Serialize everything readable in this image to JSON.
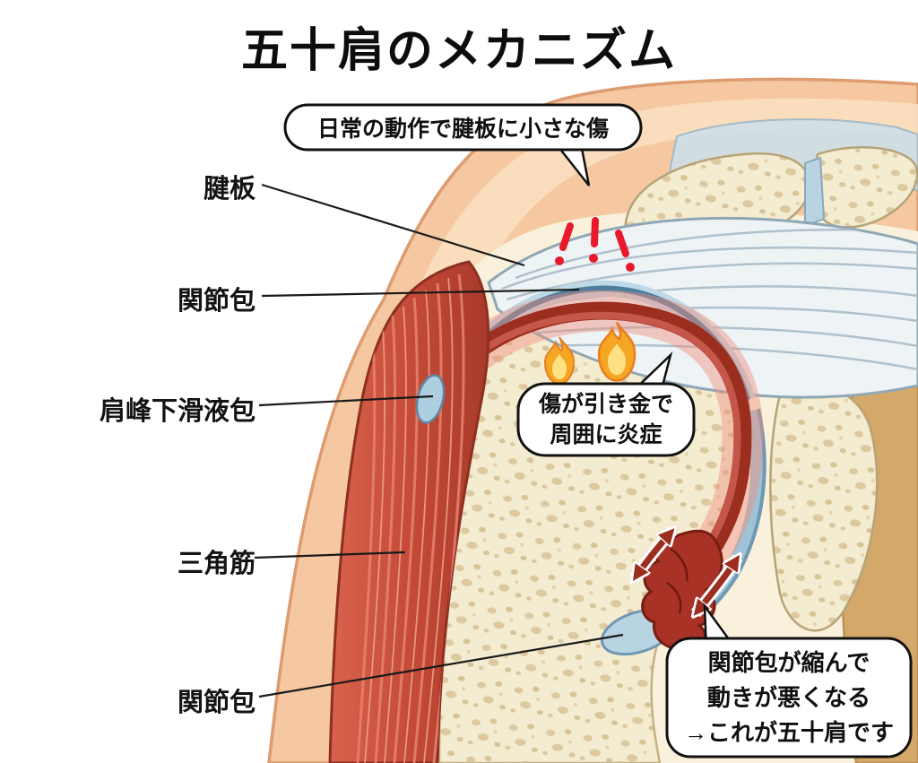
{
  "title": "五十肩のメカニズム",
  "bubbles": {
    "daily_injury": "日常の動作で腱板に小さな傷",
    "inflammation": [
      "傷が引き金で",
      "周囲に炎症"
    ],
    "frozen": [
      "関節包が縮んで",
      "動きが悪くなる",
      "→これが五十肩です"
    ]
  },
  "labels": {
    "rotator_cuff": "腱板",
    "joint_capsule_top": "関節包",
    "subacromial_bursa": "肩峰下滑液包",
    "deltoid": "三角筋",
    "joint_capsule_bottom": "関節包"
  },
  "icons": {
    "flame": "flame-icon",
    "injury_marks": "injury-burst-icon",
    "motion_arrows": "restricted-motion-arrow-icon"
  },
  "colors": {
    "skin": "#f6c8a1",
    "skin_outline": "#dd9b70",
    "inner_tissue": "#f9f1dc",
    "bone": "#f4ecd0",
    "bone_speckle": "#dcc9a0",
    "deltoid_red": "#c24936",
    "capsule_blue": "#a9c8da",
    "capsule_line": "#4e7e9d",
    "inflamed_dark_red": "#9c2e1f",
    "flame_orange": "#f5a623",
    "alert_red": "#e8192c",
    "bubble_border": "#111111"
  }
}
